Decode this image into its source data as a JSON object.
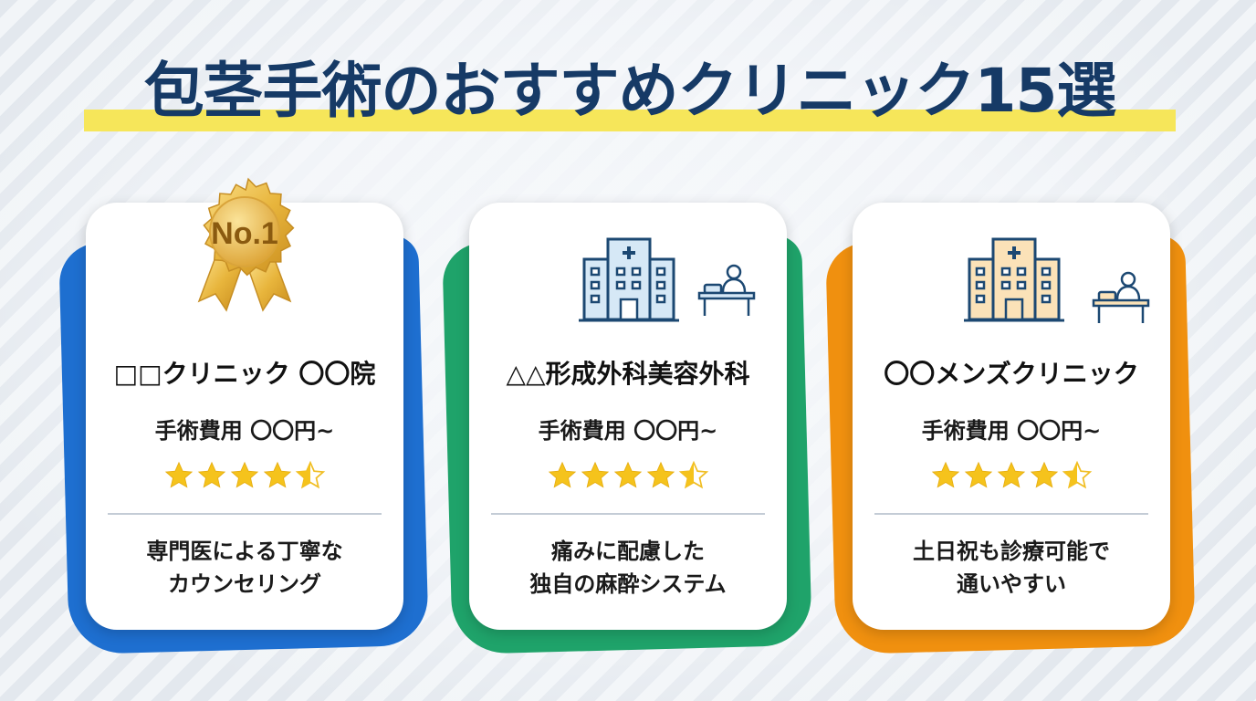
{
  "title": "包茎手術のおすすめクリニック15選",
  "colors": {
    "title_text": "#163a66",
    "title_highlight": "#f6e65a",
    "star": "#f5c31c",
    "card1_accent": "#1e6fd0",
    "card2_accent": "#1fa36a",
    "card3_accent": "#f0900f",
    "icon_stroke": "#1c4872"
  },
  "cards": [
    {
      "icon": "gold-medal-no1-icon",
      "badge_text": "No.1",
      "name": "□□クリニック 〇〇院",
      "price": "手術費用 〇〇円~",
      "rating": 4.5,
      "feature_line1": "専門医による丁寧な",
      "feature_line2": "カウンセリング"
    },
    {
      "icon": "hospital-building-icon",
      "icon2": "reception-desk-icon",
      "name": "△△形成外科美容外科",
      "price": "手術費用 〇〇円~",
      "rating": 4.5,
      "feature_line1": "痛みに配慮した",
      "feature_line2": "独自の麻酔システム"
    },
    {
      "icon": "hospital-building-icon",
      "icon2": "reception-desk-icon",
      "name": "〇〇メンズクリニック",
      "price": "手術費用 〇〇円~",
      "rating": 4.5,
      "feature_line1": "土日祝も診療可能で",
      "feature_line2": "通いやすい"
    }
  ]
}
